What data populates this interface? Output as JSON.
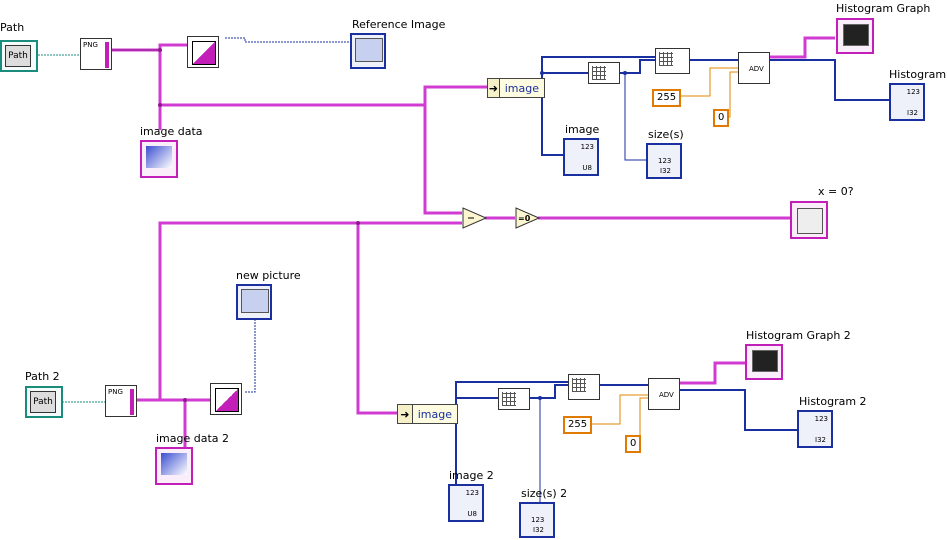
{
  "labels": {
    "path": "Path",
    "path2": "Path 2",
    "reference_image": "Reference Image",
    "image_data": "image data",
    "image_data2": "image data 2",
    "new_picture": "new picture",
    "image": "image",
    "image2": "image 2",
    "sizes": "size(s)",
    "sizes2": "size(s) 2",
    "histogram_graph": "Histogram Graph",
    "histogram_graph2": "Histogram Graph 2",
    "histogram": "Histogram",
    "histogram2": "Histogram 2",
    "x_eq_0": "x = 0?"
  },
  "nodes": {
    "path_ctl_text": "Path",
    "png_text": "PNG",
    "prop_image": "image",
    "prop_image2": "image",
    "const_255": "255",
    "const_0": "0",
    "const_255b": "255",
    "const_0b": "0",
    "adv_text": "ADV",
    "num_123": "123",
    "i32": "I32",
    "u8": "U8",
    "eq0": "=0"
  },
  "colors": {
    "pink_wire": "#d23bd2",
    "blue_wire": "#1a2fa0",
    "orange_wire": "#e08a00",
    "teal_wire": "#1a8c7c",
    "terminal_pink": "#c21fb8",
    "terminal_blue": "#1a2fa0"
  }
}
